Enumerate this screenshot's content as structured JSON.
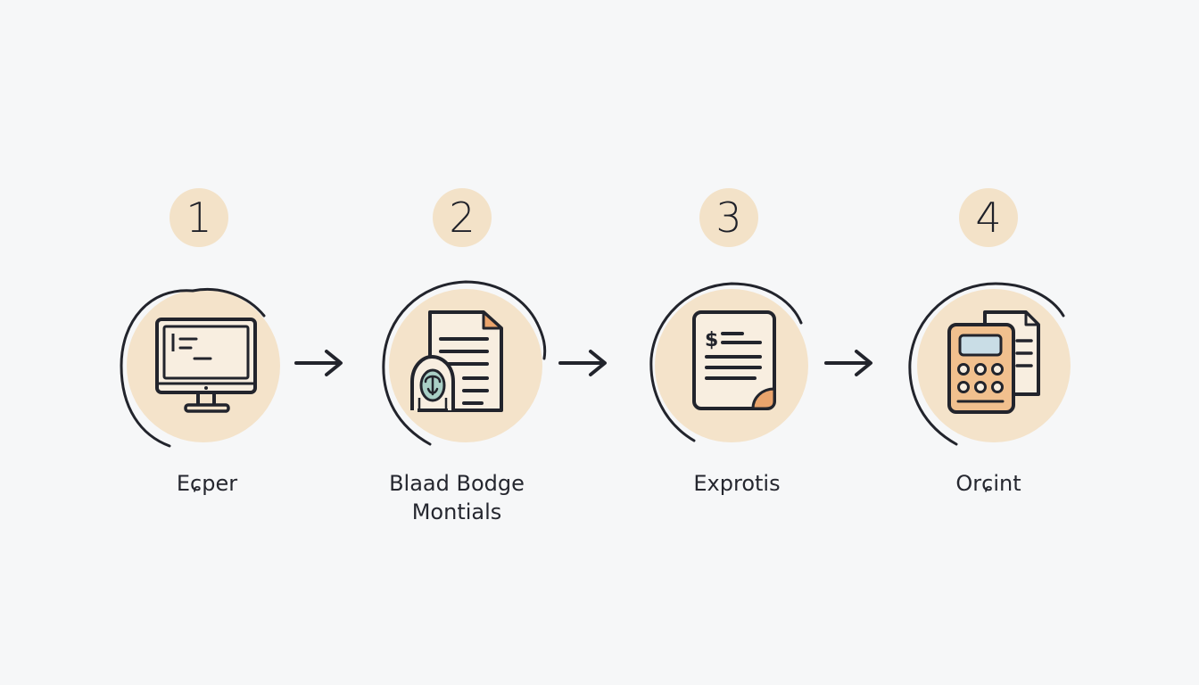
{
  "colors": {
    "background": "#f6f7f8",
    "badge_fill": "#f3e2c8",
    "circle_fill": "#f4e3ca",
    "ink": "#22242c",
    "accent_orange": "#eaa46c",
    "accent_teal": "#a9cfc6",
    "accent_blue": "#c9dde6"
  },
  "steps": [
    {
      "number": "1",
      "label": "Eɕper",
      "icon": "computer-monitor-icon"
    },
    {
      "number": "2",
      "label": "Blaad Bodge\nMontials",
      "icon": "document-fingerprint-icon"
    },
    {
      "number": "3",
      "label": "Exprotis",
      "icon": "invoice-document-icon"
    },
    {
      "number": "4",
      "label": "Orɕint",
      "icon": "calculator-document-icon"
    }
  ],
  "arrows": [
    {
      "icon": "arrow-right-icon"
    },
    {
      "icon": "arrow-right-icon"
    },
    {
      "icon": "arrow-right-icon"
    }
  ]
}
